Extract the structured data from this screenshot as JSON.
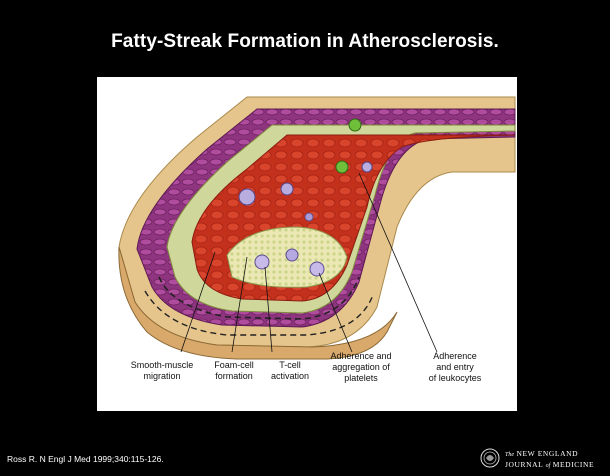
{
  "slide": {
    "title": "Fatty-Streak Formation in Atherosclerosis."
  },
  "figure": {
    "labels": {
      "smooth_muscle": "Smooth-muscle\nmigration",
      "foam_cell": "Foam-cell\nformation",
      "t_cell": "T-cell\nactivation",
      "adherence_platelets": "Adherence and\naggregation of\nplatelets",
      "adherence_leukocytes": "Adherence\nand entry\nof leukocytes"
    },
    "colors": {
      "lumen_blood": "#c8321e",
      "muscle_layer": "#9a3a86",
      "adventitia": "#e8c48a",
      "fatty_streak": "#e6e2a8"
    }
  },
  "footer": {
    "citation": "Ross R. N Engl J Med 1999;340:115-126.",
    "journal_line1_prefix": "The",
    "journal_line1": "NEW ENGLAND",
    "journal_line2_a": "JOURNAL",
    "journal_line2_of": "of",
    "journal_line2_b": "MEDICINE"
  }
}
